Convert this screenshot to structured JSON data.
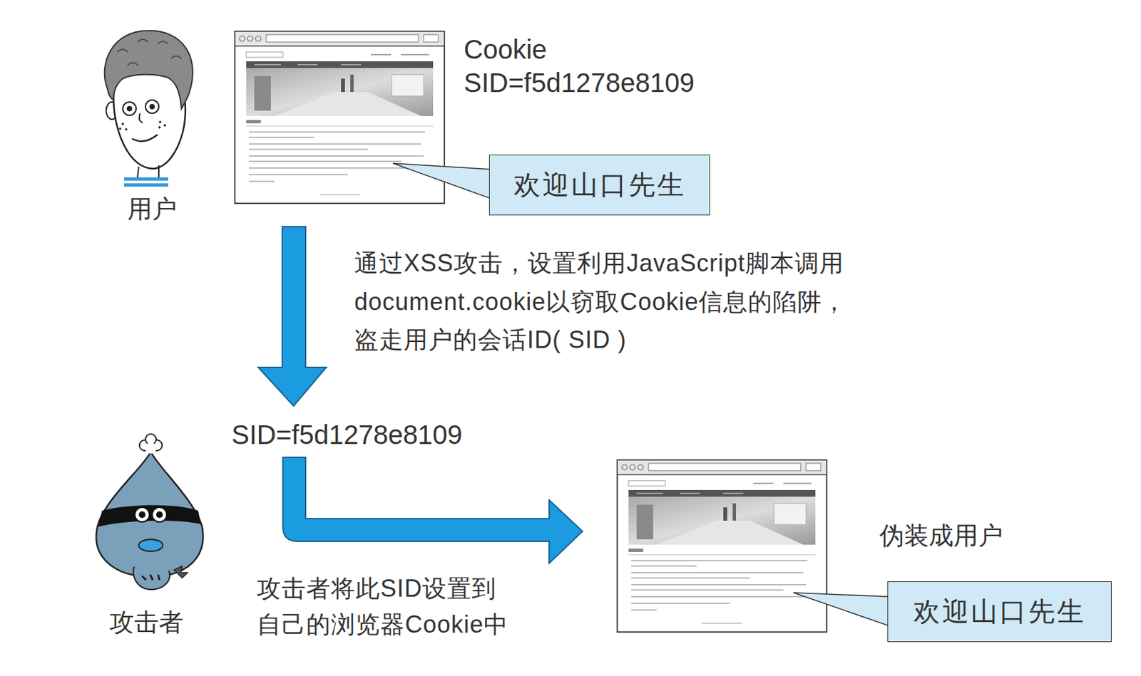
{
  "diagram": {
    "nodes": [
      {
        "text": [
          "欢迎山口先生"
        ]
      },
      {
        "text": [
          "欢迎山口先生"
        ]
      }
    ],
    "labels": [
      "用户",
      "Cookie",
      "SID=f5d1278e8109",
      "通过XSS攻击，设置利用JavaScript脚本调用 document.cookie以窃取Cookie信息的陷阱， 盗走用户的会话ID( SID )",
      "SID=f5d1278e8109",
      "攻击者",
      "攻击者将此SID设置到 自己的浏览器Cookie中",
      "伪装成用户"
    ]
  }
}
